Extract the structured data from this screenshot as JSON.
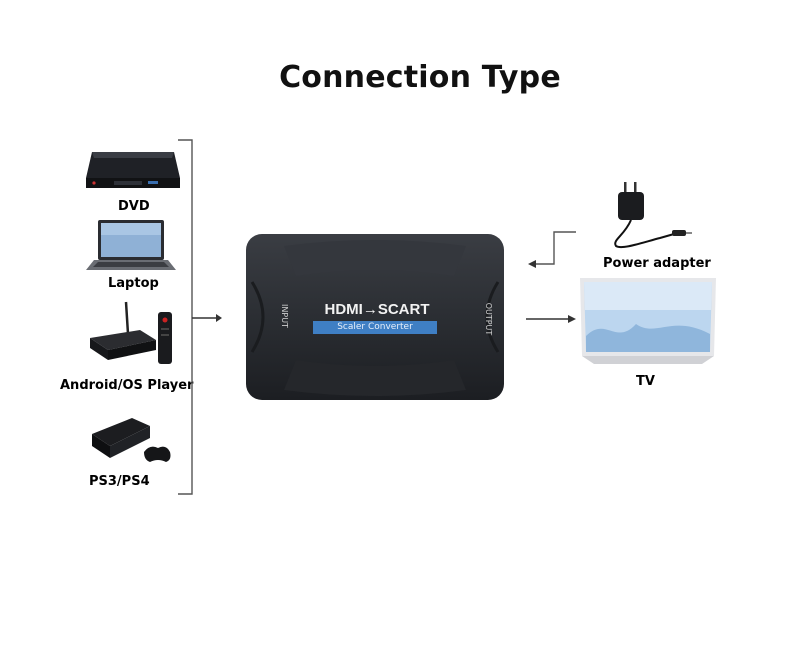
{
  "title": "Connection Type",
  "sources": [
    {
      "label": "DVD",
      "icon": "dvd-player-icon"
    },
    {
      "label": "Laptop",
      "icon": "laptop-icon"
    },
    {
      "label": "Android/OS Player",
      "icon": "android-box-icon"
    },
    {
      "label": "PS3/PS4",
      "icon": "game-console-icon"
    }
  ],
  "converter": {
    "brand": "HDMI→SCART",
    "subtitle": "Scaler Converter",
    "input_label": "INPUT",
    "output_label": "OUTPUT"
  },
  "outputs": {
    "power_label": "Power adapter",
    "tv_label": "TV"
  },
  "colors": {
    "converter_body": "#2b2e33",
    "converter_badge": "#3f7fc4",
    "tv_screen": "#bcd6ef"
  }
}
